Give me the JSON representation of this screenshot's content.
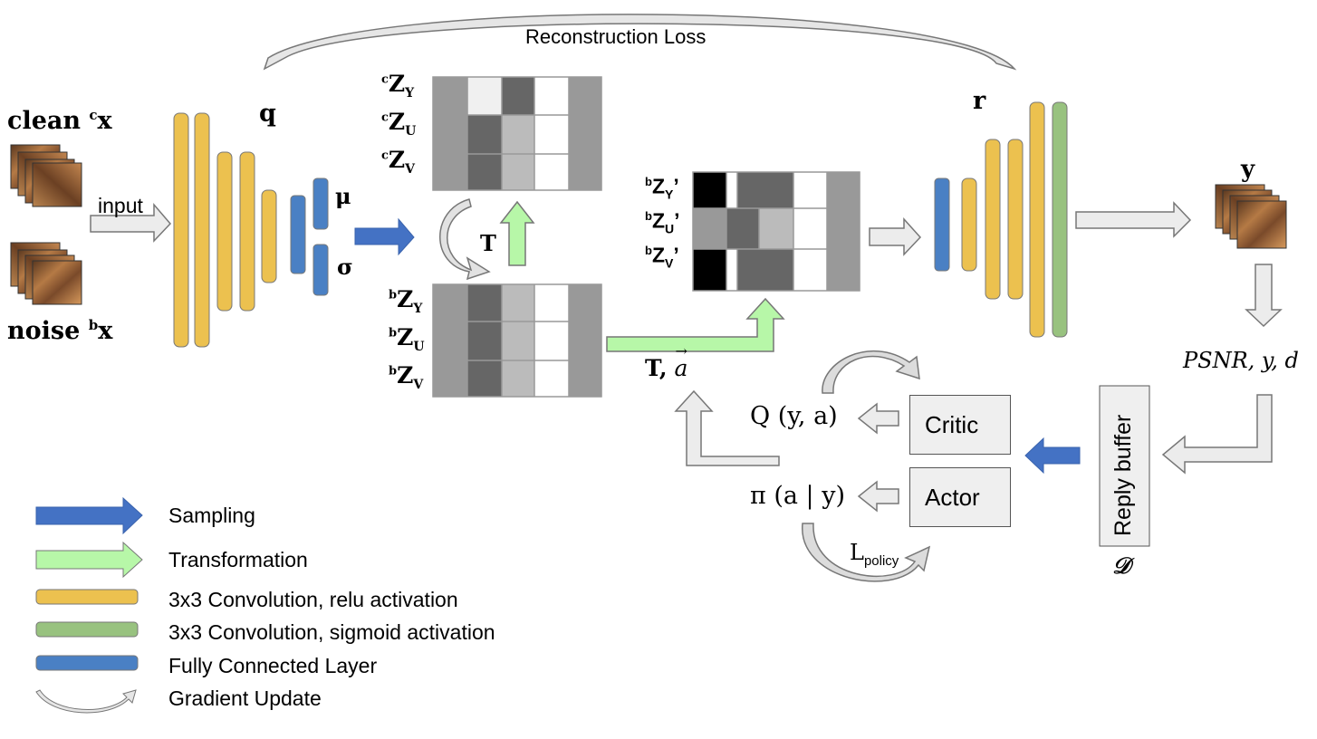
{
  "title": "Reconstruction Loss",
  "inputs": {
    "clean_label": "clean",
    "clean_sup": "c",
    "clean_var": "x",
    "noise_label": "noise",
    "noise_sup": "b",
    "noise_var": "x",
    "input_label": "input"
  },
  "encoder": {
    "name": "q",
    "mu": "μ",
    "sigma": "σ"
  },
  "latent_clean": {
    "rows": [
      {
        "sup": "c",
        "var": "Z",
        "sub": "Y"
      },
      {
        "sup": "c",
        "var": "Z",
        "sub": "U"
      },
      {
        "sup": "c",
        "var": "Z",
        "sub": "V"
      }
    ]
  },
  "latent_noise": {
    "rows": [
      {
        "sup": "b",
        "var": "Z",
        "sub": "Y"
      },
      {
        "sup": "b",
        "var": "Z",
        "sub": "U"
      },
      {
        "sup": "b",
        "var": "Z",
        "sub": "V"
      }
    ]
  },
  "latent_transformed": {
    "rows": [
      {
        "sup": "b",
        "var": "Z",
        "sub": "Y",
        "prime": "’"
      },
      {
        "sup": "b",
        "var": "Z",
        "sub": "U",
        "prime": "’"
      },
      {
        "sup": "b",
        "var": "Z",
        "sub": "V",
        "prime": "’"
      }
    ]
  },
  "transform_label": "T",
  "action_label": {
    "t": "T,",
    "a": "a"
  },
  "decoder": {
    "name": "r",
    "output": "y"
  },
  "metrics_label": "PSNR, y, d",
  "rl": {
    "critic": "Critic",
    "actor": "Actor",
    "q_func": "Q (y, a)",
    "policy": "π (a | y)",
    "loss_main": "L",
    "loss_sub": "policy",
    "buffer": "Reply buffer",
    "buffer_symbol": "𝒟"
  },
  "legend": [
    {
      "label": "Sampling",
      "color": "#4472c4",
      "icon": "blue-arrow-icon"
    },
    {
      "label": "Transformation",
      "color": "#b7f7a8",
      "icon": "green-arrow-icon"
    },
    {
      "label": "3x3 Convolution, relu activation",
      "color": "#ecc14f",
      "icon": "yellow-bar-icon"
    },
    {
      "label": "3x3 Convolution, sigmoid activation",
      "color": "#98c27f",
      "icon": "green-bar-icon"
    },
    {
      "label": "Fully Connected Layer",
      "color": "#4a80c4",
      "icon": "blue-bar-icon"
    },
    {
      "label": "Gradient Update",
      "color": "#d0d0d0",
      "icon": "curved-arrow-icon"
    }
  ],
  "colors": {
    "conv_relu": "#ecc14f",
    "conv_sigmoid": "#98c27f",
    "fc": "#4a80c4",
    "sampling_arrow": "#4472c4",
    "transform_arrow": "#b7f7a8",
    "grey_arrow": "#ececec"
  }
}
